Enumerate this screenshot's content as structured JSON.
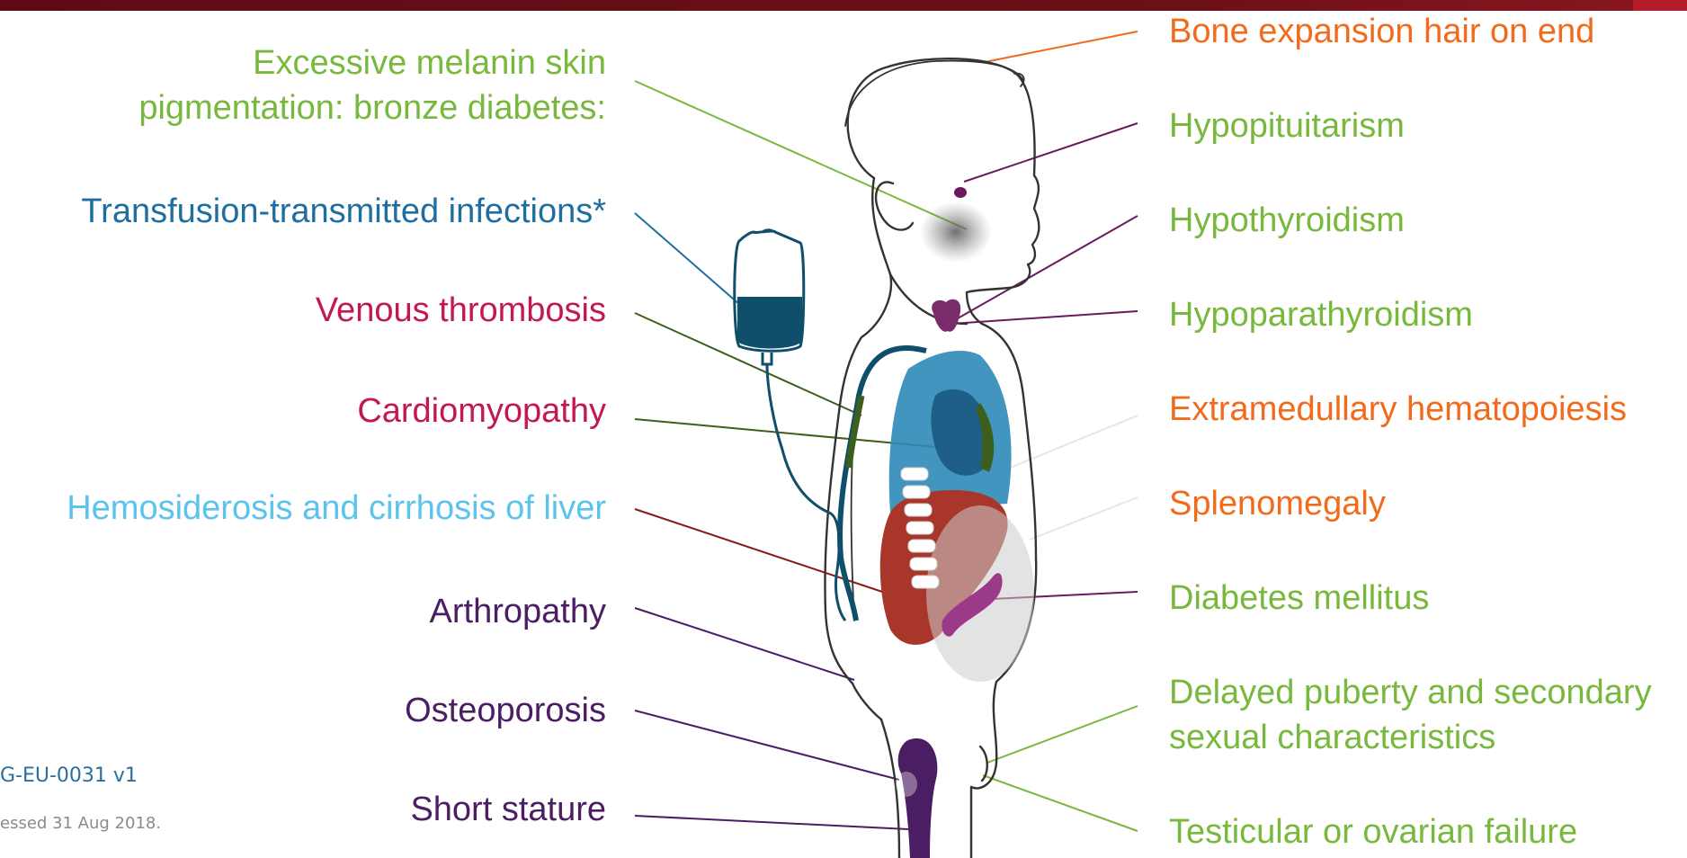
{
  "colors": {
    "green": "#78b83c",
    "orange": "#f26a1b",
    "blue": "#1f6ea0",
    "crimson": "#c21a4f",
    "light_blue": "#5bc3ec",
    "purple": "#4b1e63",
    "footer_blue": "#2a6f9e",
    "footer_gray": "#8a8a8a"
  },
  "labels_left": [
    {
      "key": "melanin",
      "lines": [
        "Excessive melanin skin",
        "pigmentation: bronze diabetes:"
      ],
      "color": "green"
    },
    {
      "key": "infections",
      "lines": [
        "Transfusion-transmitted infections*"
      ],
      "color": "blue"
    },
    {
      "key": "thrombosis",
      "lines": [
        "Venous thrombosis"
      ],
      "color": "crimson"
    },
    {
      "key": "cardiomyopathy",
      "lines": [
        "Cardiomyopathy"
      ],
      "color": "crimson"
    },
    {
      "key": "liver",
      "lines": [
        "Hemosiderosis and cirrhosis of liver"
      ],
      "color": "light_blue"
    },
    {
      "key": "arthropathy",
      "lines": [
        "Arthropathy"
      ],
      "color": "purple"
    },
    {
      "key": "osteoporosis",
      "lines": [
        "Osteoporosis"
      ],
      "color": "purple"
    },
    {
      "key": "stature",
      "lines": [
        "Short stature"
      ],
      "color": "purple"
    }
  ],
  "labels_right": [
    {
      "key": "bone",
      "lines": [
        "Bone expansion  hair on end"
      ],
      "color": "orange"
    },
    {
      "key": "hypopituitarism",
      "lines": [
        "Hypopituitarism"
      ],
      "color": "green"
    },
    {
      "key": "hypothyroidism",
      "lines": [
        "Hypothyroidism"
      ],
      "color": "green"
    },
    {
      "key": "hypoparathyroidism",
      "lines": [
        "Hypoparathyroidism"
      ],
      "color": "green"
    },
    {
      "key": "hematopoiesis",
      "lines": [
        "Extramedullary hematopoiesis"
      ],
      "color": "orange"
    },
    {
      "key": "splenomegaly",
      "lines": [
        "Splenomegaly"
      ],
      "color": "orange"
    },
    {
      "key": "diabetes",
      "lines": [
        "Diabetes mellitus"
      ],
      "color": "green"
    },
    {
      "key": "puberty",
      "lines": [
        "Delayed puberty and secondary",
        "sexual characteristics"
      ],
      "color": "green"
    },
    {
      "key": "gonadal",
      "lines": [
        "Testicular or ovarian failure"
      ],
      "color": "green"
    }
  ],
  "footer": {
    "code": "G-EU-0031 v1",
    "accessed": "essed 31 Aug 2018."
  }
}
